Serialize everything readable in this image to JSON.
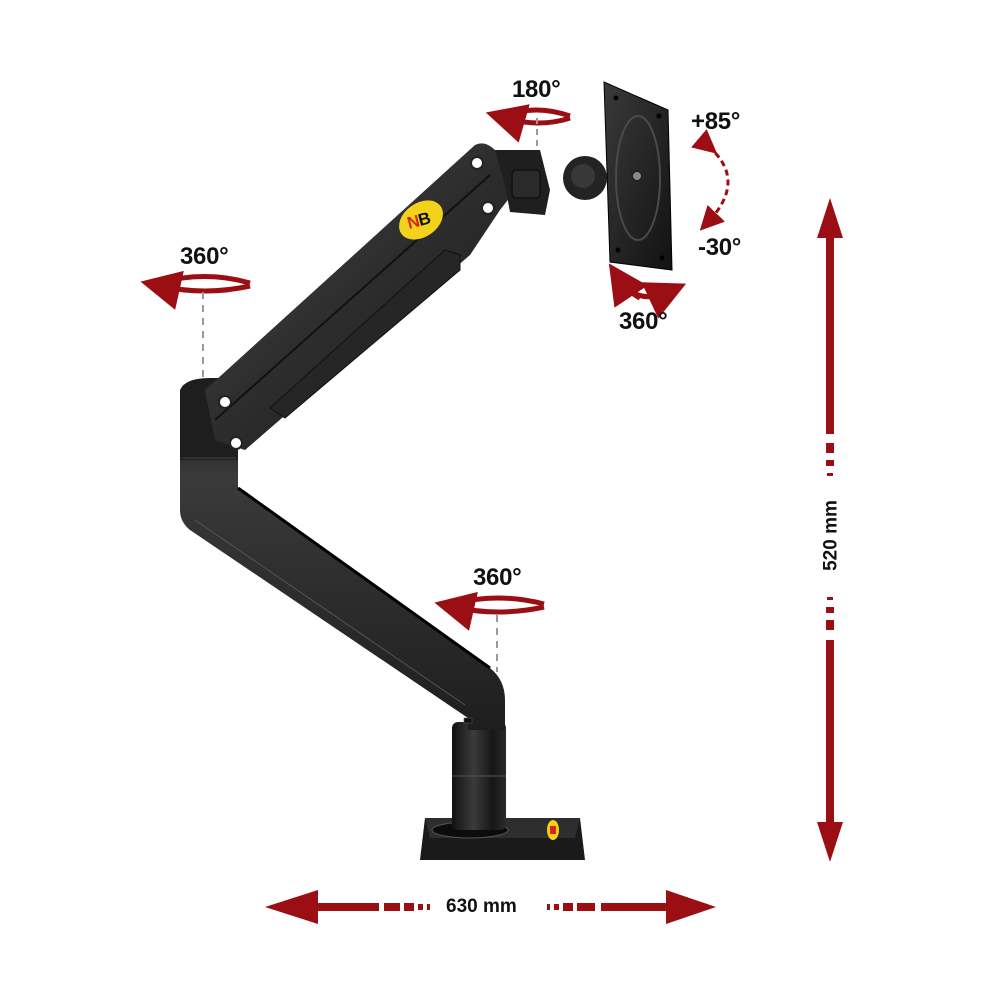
{
  "product": {
    "type": "single monitor arm (gas spring)",
    "brand_badge": "NB",
    "colors": {
      "arm": "#2b2b2b",
      "arm_highlight": "#4a4a4a",
      "arrow_red": "#9b0f14",
      "badge_yellow": "#f2d21b",
      "badge_red": "#d8261b",
      "text": "#111111",
      "guide_line": "#9a9a9a"
    }
  },
  "annotations": {
    "head_swivel": "180°",
    "tilt_up": "+85°",
    "tilt_down": "-30°",
    "vesa_rotation": "360°",
    "elbow_rotation": "360°",
    "base_rotation": "360°"
  },
  "dimensions": {
    "height": "520 mm",
    "width": "630 mm"
  },
  "icons": {
    "rotation_arrow": "circular-rotation-arrow",
    "tilt_arrow": "curved-dashed-arrow",
    "dimension_arrow": "double-headed-arrow"
  }
}
